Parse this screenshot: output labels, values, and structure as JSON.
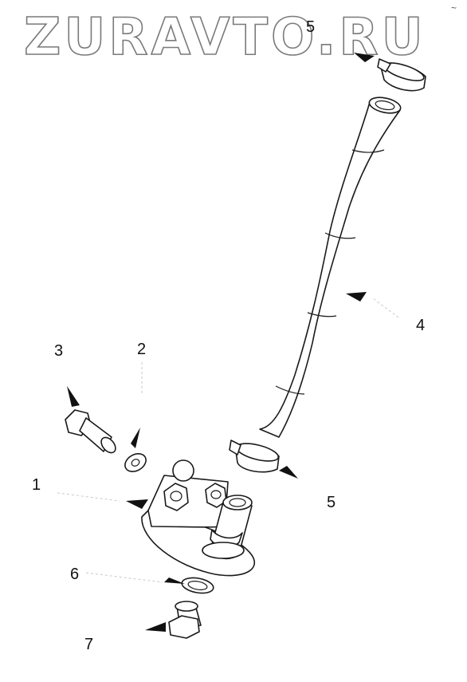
{
  "watermark": {
    "text": "ZURAVTO.RU"
  },
  "callouts": [
    {
      "id": "1",
      "label": "1"
    },
    {
      "id": "2",
      "label": "2"
    },
    {
      "id": "3",
      "label": "3"
    },
    {
      "id": "4",
      "label": "4"
    },
    {
      "id": "5-top",
      "label": "5"
    },
    {
      "id": "5-bottom",
      "label": "5"
    },
    {
      "id": "6",
      "label": "6"
    },
    {
      "id": "7",
      "label": "7"
    }
  ],
  "colors": {
    "line": "#1a1a1a",
    "watermark_stroke": "#7a7a7a",
    "background": "#ffffff"
  }
}
